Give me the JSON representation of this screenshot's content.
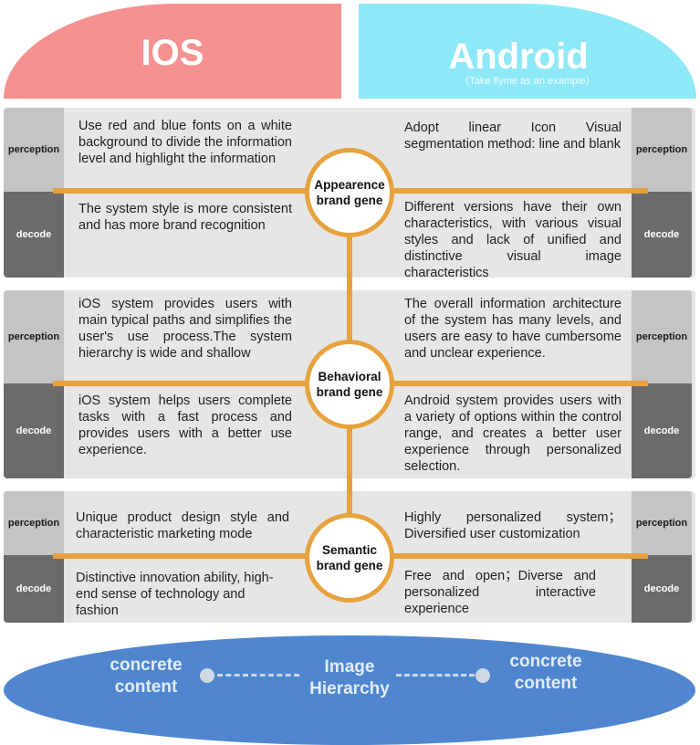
{
  "header": {
    "ios_title": "IOS",
    "android_title": "Android",
    "android_subtitle": "（Take flyme as an example）"
  },
  "labels": {
    "perception": "perception",
    "decode": "decode"
  },
  "rows": [
    {
      "gene": "Appearence brand gene",
      "ios_perception": "Use red and blue fonts on a white background to divide the information level and highlight the information",
      "ios_decode": "The system style is more consistent and has more brand recognition",
      "android_perception": "Adopt linear Icon Visual segmentation method: line and blank",
      "android_decode": "Different versions have their own characteristics, with various visual styles and lack of unified and distinctive visual image characteristics"
    },
    {
      "gene": "Behavioral brand gene",
      "ios_perception": "iOS system provides users with main typical paths and simplifies the user's use process.The system hierarchy is wide and shallow",
      "ios_decode": "iOS system helps users complete tasks with a fast process and provides users with a better use experience.",
      "android_perception": "The overall information architecture of the system has many levels, and users are easy to have cumbersome and unclear experience.",
      "android_decode": "Android system provides users with a variety of options within the control range, and creates a better user experience through personalized selection."
    },
    {
      "gene": "Semantic brand gene",
      "ios_perception": "Unique product design style and characteristic marketing mode",
      "ios_decode": "Distinctive innovation ability, high-end sense of technology and fashion",
      "android_perception": "Highly personalized system；Diversified user customization",
      "android_decode": "Free and open；Diverse and personalized interactive experience"
    }
  ],
  "footer": {
    "left": "concrete content",
    "center": "Image Hierarchy",
    "right": "concrete content"
  },
  "colors": {
    "ios_header": "#f59190",
    "android_header": "#8de8f8",
    "connector": "#e6a23c",
    "footer": "#4f86cf"
  }
}
